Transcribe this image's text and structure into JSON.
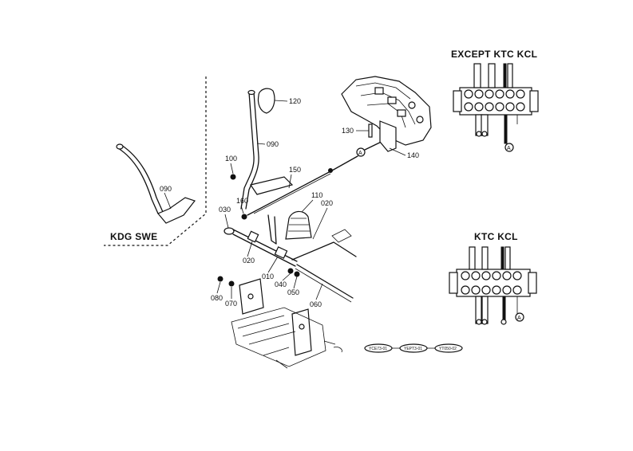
{
  "headers": {
    "except_ktc_kcl": "EXCEPT KTC KCL",
    "ktc_kcl": "KTC KCL",
    "kdg_swe": "KDG SWE"
  },
  "part_numbers": {
    "p120": "120",
    "p090": "090",
    "p090_alt": "090",
    "p130": "130",
    "p140": "140",
    "p100": "100",
    "p150": "150",
    "p110": "110",
    "p160": "160",
    "p020_top": "020",
    "p030": "030",
    "p020_left": "020",
    "p010": "010",
    "p040": "040",
    "p050": "050",
    "p060": "060",
    "p080": "080",
    "p070": "070"
  },
  "callouts": {
    "a_main": "A",
    "a_except": "A",
    "a_ktc": "A"
  },
  "reference_codes": [
    "YCE73-01",
    "YEPT3-01",
    "YT050-02"
  ]
}
